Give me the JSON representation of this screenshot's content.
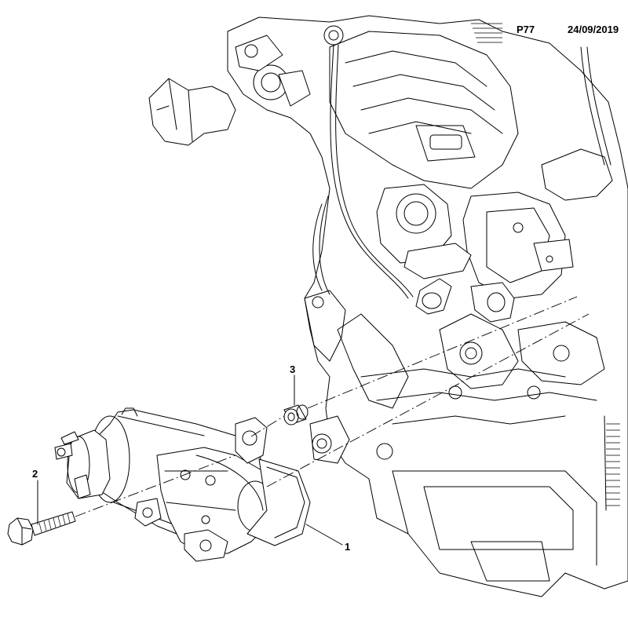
{
  "header": {
    "page_code": "P77",
    "date": "24/09/2019"
  },
  "callouts": [
    {
      "number": "1",
      "part": "starter-motor"
    },
    {
      "number": "2",
      "part": "mounting-bolt"
    },
    {
      "number": "3",
      "part": "locating-dowel-sleeve"
    }
  ]
}
